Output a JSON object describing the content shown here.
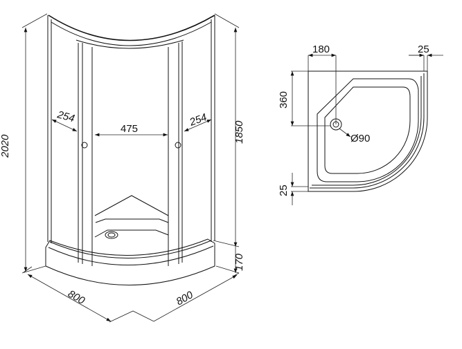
{
  "front_view": {
    "dims": {
      "total_height": "2020",
      "door_left": "254",
      "entrance_width": "475",
      "door_right": "254",
      "glass_height": "1850",
      "tray_height": "170",
      "depth_left": "800",
      "depth_right": "800"
    }
  },
  "top_view": {
    "dims": {
      "drain_offset_x": "180",
      "frame_thickness_top": "25",
      "drain_offset_y": "360",
      "drain_diameter": "Ø90",
      "frame_thickness_bottom": "25"
    }
  }
}
